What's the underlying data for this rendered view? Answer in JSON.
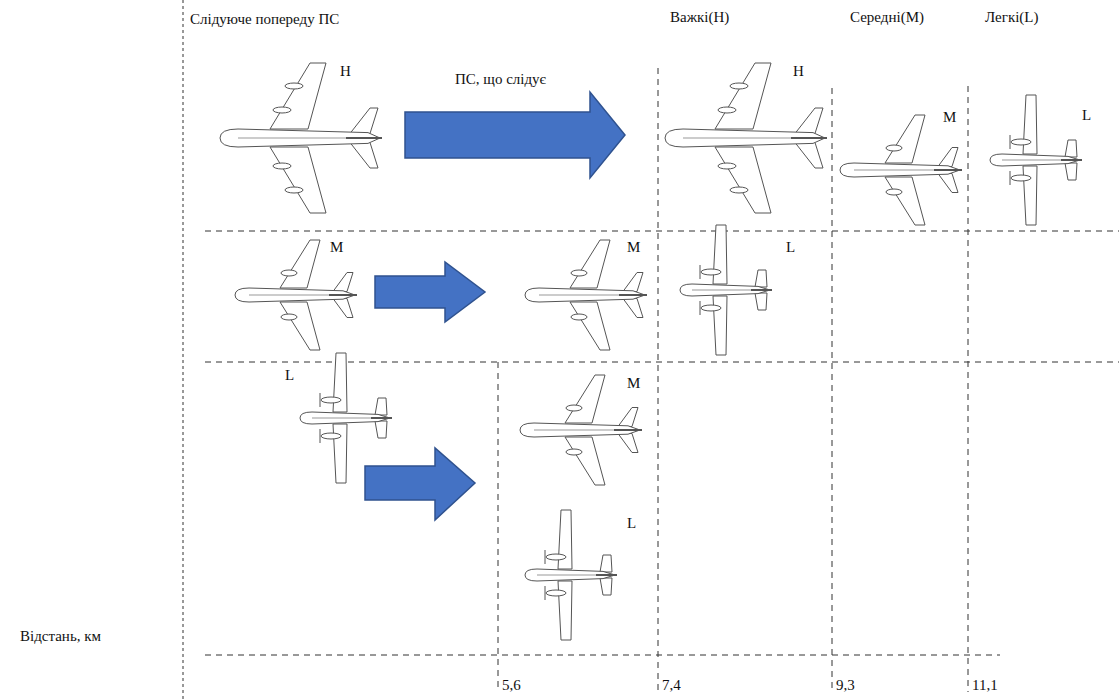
{
  "diagram": {
    "labels": [
      "Слідуюче попереду ПС",
      "Важкі(H)",
      "Середні(M)",
      "Легкі(L)",
      "H",
      "ПС, що слідує",
      "H",
      "M",
      "L",
      "M",
      "M",
      "L",
      "L",
      "M",
      "L",
      "Відстань, км",
      "5,6",
      "7,4",
      "9,3",
      "11,1"
    ]
  }
}
